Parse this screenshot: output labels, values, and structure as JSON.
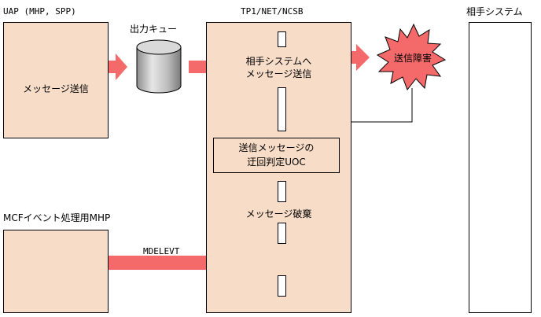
{
  "labels": {
    "uap_title": "UAP (MHP, SPP)",
    "uap_body": "メッセージ送信",
    "queue_label": "出力キュー",
    "tp1_title": "TP1/NET/NCSB",
    "tp1_send_line1": "相手システムへ",
    "tp1_send_line2": "メッセージ送信",
    "uoc_line1": "送信メッセージの",
    "uoc_line2": "迂回判定UOC",
    "discard": "メッセージ破棄",
    "failure": "送信障害",
    "partner_title": "相手システム",
    "mcf_title": "MCFイベント処理用MHP",
    "event": "MDELEVT"
  },
  "colors": {
    "box_fill": "#f7dcc8",
    "arrow_fill": "#f46a6a",
    "burst_fill": "#f46a6a",
    "cylinder_fill": "#c8c8c8"
  }
}
